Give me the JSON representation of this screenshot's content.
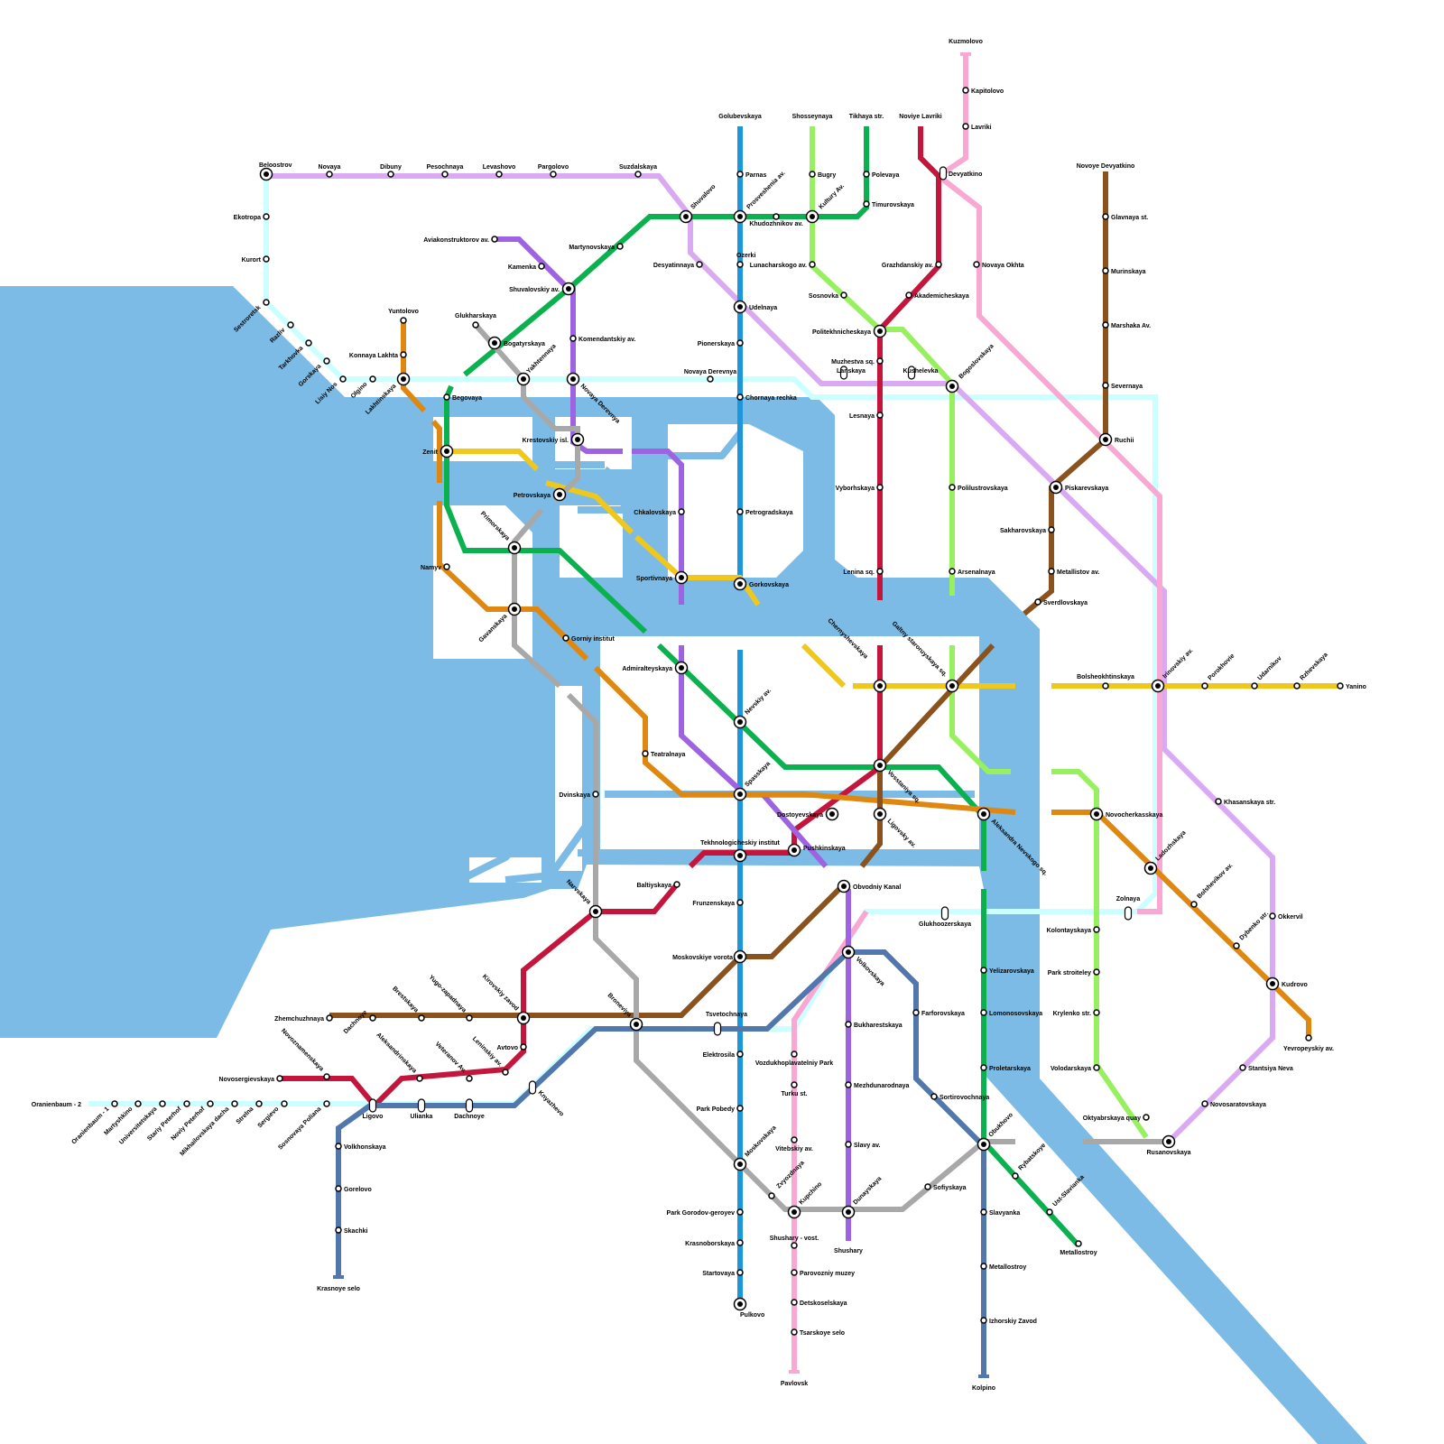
{
  "colors": {
    "water": "#7bbbe6",
    "background": "#ffffff",
    "stroke_text": "#000000"
  },
  "lines": [
    {
      "id": "blue",
      "color": "#1e96dc"
    },
    {
      "id": "red",
      "color": "#c4163c"
    },
    {
      "id": "green",
      "color": "#0bb14e"
    },
    {
      "id": "light-green",
      "color": "#98f060"
    },
    {
      "id": "purple",
      "color": "#9d63e0"
    },
    {
      "id": "orange",
      "color": "#de8812"
    },
    {
      "id": "yellow",
      "color": "#f0c81c"
    },
    {
      "id": "brown",
      "color": "#8a531e"
    },
    {
      "id": "gray",
      "color": "#a8a8a8"
    },
    {
      "id": "pink",
      "color": "#f9a7d3"
    },
    {
      "id": "lilac",
      "color": "#d9a9f2"
    },
    {
      "id": "cyan",
      "color": "#ccffff"
    },
    {
      "id": "steel-blue",
      "color": "#5177ad"
    },
    {
      "id": "light-blue",
      "color": "#7bbbe6"
    }
  ],
  "stations": [
    {
      "name": "Kuzmolovo",
      "anchor": "middle"
    },
    {
      "name": "Kapitolovo",
      "anchor": "start"
    },
    {
      "name": "Lavriki",
      "anchor": "start"
    },
    {
      "name": "Devyatkino",
      "anchor": "start"
    },
    {
      "name": "Novaya Okhta",
      "anchor": "start"
    },
    {
      "name": "Golubevskaya",
      "anchor": "middle"
    },
    {
      "name": "Parnas",
      "anchor": "start"
    },
    {
      "name": "Prosveshenia av.",
      "anchor": "start",
      "rot": -45
    },
    {
      "name": "Ozerki",
      "anchor": "start"
    },
    {
      "name": "Udelnaya",
      "anchor": "start"
    },
    {
      "name": "Pionerskaya",
      "anchor": "end"
    },
    {
      "name": "Chornaya rechka",
      "anchor": "start"
    },
    {
      "name": "Petrogradskaya",
      "anchor": "start"
    },
    {
      "name": "Gorkovskaya",
      "anchor": "start"
    },
    {
      "name": "Nevskiy av.",
      "anchor": "start",
      "rot": -45
    },
    {
      "name": "Spasskaya",
      "anchor": "start",
      "rot": -45
    },
    {
      "name": "Tekhnologicheskiy institut",
      "anchor": "middle"
    },
    {
      "name": "Frunzenskaya",
      "anchor": "end"
    },
    {
      "name": "Moskovskiye vorota",
      "anchor": "end"
    },
    {
      "name": "Tsvetochnaya",
      "anchor": "middle"
    },
    {
      "name": "Elektrosila",
      "anchor": "end"
    },
    {
      "name": "Park Pobedy",
      "anchor": "end"
    },
    {
      "name": "Moskovskaya",
      "anchor": "start",
      "rot": -45
    },
    {
      "name": "Park Gorodov-geroyev",
      "anchor": "end"
    },
    {
      "name": "Krasnoborskaya",
      "anchor": "end"
    },
    {
      "name": "Startovaya",
      "anchor": "end"
    },
    {
      "name": "Pulkovo",
      "anchor": "start"
    },
    {
      "name": "Shosseynaya",
      "anchor": "middle"
    },
    {
      "name": "Bugry",
      "anchor": "start"
    },
    {
      "name": "Kultury Av.",
      "anchor": "start",
      "rot": -45
    },
    {
      "name": "Khudozhnikov av.",
      "anchor": "middle"
    },
    {
      "name": "Lunacharskogo av.",
      "anchor": "end"
    },
    {
      "name": "Sosnovka",
      "anchor": "end"
    },
    {
      "name": "Tikhaya str.",
      "anchor": "middle"
    },
    {
      "name": "Polevaya",
      "anchor": "start"
    },
    {
      "name": "Timurovskaya",
      "anchor": "start"
    },
    {
      "name": "Noviye Lavriki",
      "anchor": "middle"
    },
    {
      "name": "Grazhdanskiy av.",
      "anchor": "end"
    },
    {
      "name": "Akademicheskaya",
      "anchor": "start"
    },
    {
      "name": "Politekhnicheskaya",
      "anchor": "end"
    },
    {
      "name": "Muzhestva sq.",
      "anchor": "end"
    },
    {
      "name": "Lesnaya",
      "anchor": "end"
    },
    {
      "name": "Vyborhskaya",
      "anchor": "end"
    },
    {
      "name": "Lenina sq.",
      "anchor": "end"
    },
    {
      "name": "Chernyshevskaya",
      "anchor": "end",
      "rot": 45
    },
    {
      "name": "Vosstaniya sq.",
      "anchor": "start",
      "rot": 45
    },
    {
      "name": "Ligovsky av.",
      "anchor": "start",
      "rot": 45
    },
    {
      "name": "Dostoyevskaya",
      "anchor": "end"
    },
    {
      "name": "Pushkinskaya",
      "anchor": "start"
    },
    {
      "name": "Novoye Devyatkino",
      "anchor": "middle"
    },
    {
      "name": "Glavnaya st.",
      "anchor": "start"
    },
    {
      "name": "Murinskaya",
      "anchor": "start"
    },
    {
      "name": "Marshaka Av.",
      "anchor": "start"
    },
    {
      "name": "Severnaya",
      "anchor": "start"
    },
    {
      "name": "Ruchii",
      "anchor": "start"
    },
    {
      "name": "Piskarevskaya",
      "anchor": "start"
    },
    {
      "name": "Sakharovskaya",
      "anchor": "end"
    },
    {
      "name": "Metallistov av.",
      "anchor": "start"
    },
    {
      "name": "Sverdlovskaya",
      "anchor": "start"
    },
    {
      "name": "Bogoslovskaya",
      "anchor": "start",
      "rot": -45
    },
    {
      "name": "Polilustrovskaya",
      "anchor": "start"
    },
    {
      "name": "Arsenalnaya",
      "anchor": "start"
    },
    {
      "name": "Lanskaya",
      "anchor": "middle"
    },
    {
      "name": "Kushelevka",
      "anchor": "middle"
    },
    {
      "name": "Beloostrov",
      "anchor": "start"
    },
    {
      "name": "Ekotropa",
      "anchor": "end"
    },
    {
      "name": "Kurort",
      "anchor": "end"
    },
    {
      "name": "Novaya",
      "anchor": "middle"
    },
    {
      "name": "Dibuny",
      "anchor": "middle"
    },
    {
      "name": "Pesochnaya",
      "anchor": "middle"
    },
    {
      "name": "Levashovo",
      "anchor": "middle"
    },
    {
      "name": "Pargolovo",
      "anchor": "middle"
    },
    {
      "name": "Suzdalskaya",
      "anchor": "middle"
    },
    {
      "name": "Shuvalovo",
      "anchor": "start",
      "rot": -45
    },
    {
      "name": "Desyatinnaya",
      "anchor": "end"
    },
    {
      "name": "Martynovskaya",
      "anchor": "end"
    },
    {
      "name": "Aviakonstruktorov av.",
      "anchor": "end"
    },
    {
      "name": "Kamenka",
      "anchor": "end"
    },
    {
      "name": "Shuvalovskiy av.",
      "anchor": "end"
    },
    {
      "name": "Komendantskiy av.",
      "anchor": "start"
    },
    {
      "name": "Novaya Derevnya",
      "anchor": "start",
      "rot": 45
    },
    {
      "name": "Glukharskaya",
      "anchor": "middle"
    },
    {
      "name": "Bogatyrskaya",
      "anchor": "start"
    },
    {
      "name": "Yakhtennaya",
      "anchor": "start",
      "rot": -45
    },
    {
      "name": "Yuntolovo",
      "anchor": "middle"
    },
    {
      "name": "Konnaya Lakhta",
      "anchor": "end"
    },
    {
      "name": "Lakhtinskaya",
      "anchor": "end",
      "rot": -45
    },
    {
      "name": "Olgino",
      "anchor": "end",
      "rot": -45
    },
    {
      "name": "Lisiy Nos",
      "anchor": "end",
      "rot": -45
    },
    {
      "name": "Gorskaya",
      "anchor": "end",
      "rot": -45
    },
    {
      "name": "Tarkhovka",
      "anchor": "end",
      "rot": -45
    },
    {
      "name": "Razliv",
      "anchor": "end",
      "rot": -45
    },
    {
      "name": "Sestroretsk",
      "anchor": "end",
      "rot": -45
    },
    {
      "name": "Novaya Derevnya",
      "anchor": "middle"
    },
    {
      "name": "Begovaya",
      "anchor": "start"
    },
    {
      "name": "Zenit",
      "anchor": "end"
    },
    {
      "name": "Krestovskiy isl.",
      "anchor": "end"
    },
    {
      "name": "Petrovskaya",
      "anchor": "end"
    },
    {
      "name": "Chkalovskaya",
      "anchor": "end"
    },
    {
      "name": "Sportivnaya",
      "anchor": "end"
    },
    {
      "name": "Primorskaya",
      "anchor": "end",
      "rot": 45
    },
    {
      "name": "Namyv",
      "anchor": "end"
    },
    {
      "name": "Gavanskaya",
      "anchor": "end",
      "rot": -45
    },
    {
      "name": "Gorniy institut",
      "anchor": "start"
    },
    {
      "name": "Admiralteyskaya",
      "anchor": "end"
    },
    {
      "name": "Teatralnaya",
      "anchor": "start"
    },
    {
      "name": "Dvinskaya",
      "anchor": "end"
    },
    {
      "name": "Narvskaya",
      "anchor": "end",
      "rot": 45
    },
    {
      "name": "Baltiyskaya",
      "anchor": "end"
    },
    {
      "name": "Kirovskiy zavod",
      "anchor": "end",
      "rot": 45
    },
    {
      "name": "Avtovo",
      "anchor": "end"
    },
    {
      "name": "Leninskiy av.",
      "anchor": "end",
      "rot": 45
    },
    {
      "name": "Veteranov Av.",
      "anchor": "end",
      "rot": 45
    },
    {
      "name": "Aleksandrinskaya",
      "anchor": "end",
      "rot": 45
    },
    {
      "name": "Novoznamenskaya",
      "anchor": "end",
      "rot": 45
    },
    {
      "name": "Novosergievskaya",
      "anchor": "end"
    },
    {
      "name": "Zhemchuzhnaya",
      "anchor": "end"
    },
    {
      "name": "Dachnoye",
      "anchor": "end",
      "rot": -45
    },
    {
      "name": "Brestskaya",
      "anchor": "end",
      "rot": 45
    },
    {
      "name": "Yugo-zapadnaya",
      "anchor": "end",
      "rot": 45
    },
    {
      "name": "Broneviya",
      "anchor": "end",
      "rot": 45
    },
    {
      "name": "Dachnoye",
      "anchor": "middle"
    },
    {
      "name": "Ulianka",
      "anchor": "middle"
    },
    {
      "name": "Ligovo",
      "anchor": "middle"
    },
    {
      "name": "Knyazhevo",
      "anchor": "start",
      "rot": 45
    },
    {
      "name": "Oranienbaum - 2",
      "anchor": "end"
    },
    {
      "name": "Oranienbaum - 1",
      "anchor": "end",
      "rot": -45
    },
    {
      "name": "Martyshkino",
      "anchor": "end",
      "rot": -45
    },
    {
      "name": "Universitetskaya",
      "anchor": "end",
      "rot": -45
    },
    {
      "name": "Stariy Peterhof",
      "anchor": "end",
      "rot": -45
    },
    {
      "name": "Noviy Peterhof",
      "anchor": "end",
      "rot": -45
    },
    {
      "name": "Mikhailovskaya dacha",
      "anchor": "end",
      "rot": -45
    },
    {
      "name": "Strelna",
      "anchor": "end",
      "rot": -45
    },
    {
      "name": "Sergievo",
      "anchor": "end",
      "rot": -45
    },
    {
      "name": "Sosnovaya Poliana",
      "anchor": "end",
      "rot": -45
    },
    {
      "name": "Volkhonskaya",
      "anchor": "start"
    },
    {
      "name": "Gorelovo",
      "anchor": "start"
    },
    {
      "name": "Skachki",
      "anchor": "start"
    },
    {
      "name": "Krasnoye selo",
      "anchor": "middle"
    },
    {
      "name": "Vozdukhoplavatelniy Park",
      "anchor": "middle"
    },
    {
      "name": "Turku st.",
      "anchor": "middle"
    },
    {
      "name": "Vitebskiy av.",
      "anchor": "middle"
    },
    {
      "name": "Zvyozdnaya",
      "anchor": "start",
      "rot": -45
    },
    {
      "name": "Kupchino",
      "anchor": "start",
      "rot": -45
    },
    {
      "name": "Shushary - vost.",
      "anchor": "middle"
    },
    {
      "name": "Parovozniy muzey",
      "anchor": "start"
    },
    {
      "name": "Detskoselskaya",
      "anchor": "start"
    },
    {
      "name": "Tsarskoye selo",
      "anchor": "start"
    },
    {
      "name": "Pavlovsk",
      "anchor": "middle"
    },
    {
      "name": "Obvodniy Kanal",
      "anchor": "start"
    },
    {
      "name": "Volkovskaya",
      "anchor": "start",
      "rot": 45
    },
    {
      "name": "Bukharestskaya",
      "anchor": "start"
    },
    {
      "name": "Mezhdunarodnaya",
      "anchor": "start"
    },
    {
      "name": "Slavy av.",
      "anchor": "start"
    },
    {
      "name": "Dunayskaya",
      "anchor": "start",
      "rot": -45
    },
    {
      "name": "Shushary",
      "anchor": "middle"
    },
    {
      "name": "Glukhoozerskaya",
      "anchor": "middle"
    },
    {
      "name": "Farforovskaya",
      "anchor": "start"
    },
    {
      "name": "Sortirovochnaya",
      "anchor": "start"
    },
    {
      "name": "Sofiyskaya",
      "anchor": "start"
    },
    {
      "name": "Aleksandra Nevskogo sq.",
      "anchor": "start",
      "rot": 45
    },
    {
      "name": "Yelizarovskaya",
      "anchor": "start"
    },
    {
      "name": "Lomonosovskaya",
      "anchor": "start"
    },
    {
      "name": "Proletarskaya",
      "anchor": "start"
    },
    {
      "name": "Obukhovo",
      "anchor": "start",
      "rot": -45
    },
    {
      "name": "Slavyanka",
      "anchor": "start"
    },
    {
      "name": "Metallostroy",
      "anchor": "start"
    },
    {
      "name": "Izhorskiy Zavod",
      "anchor": "start"
    },
    {
      "name": "Kolpino",
      "anchor": "middle"
    },
    {
      "name": "Rybatskoye",
      "anchor": "start",
      "rot": -45
    },
    {
      "name": "Ust-Slavianka",
      "anchor": "start",
      "rot": -45
    },
    {
      "name": "Metallostroy",
      "anchor": "middle"
    },
    {
      "name": "Galtny staroruyskaya sq.",
      "anchor": "end",
      "rot": 45
    },
    {
      "name": "Bolsheokhtinskaya",
      "anchor": "middle"
    },
    {
      "name": "Irinovskiy av.",
      "anchor": "start",
      "rot": -45
    },
    {
      "name": "Porokhovie",
      "anchor": "start",
      "rot": -45
    },
    {
      "name": "Udarnikov",
      "anchor": "start",
      "rot": -45
    },
    {
      "name": "Rzhevskaya",
      "anchor": "start",
      "rot": -45
    },
    {
      "name": "Yanino",
      "anchor": "start"
    },
    {
      "name": "Khasanskaya str.",
      "anchor": "start"
    },
    {
      "name": "Novocherkasskaya",
      "anchor": "start"
    },
    {
      "name": "Ladozhskaya",
      "anchor": "start",
      "rot": -45
    },
    {
      "name": "Bolshevikov av.",
      "anchor": "start",
      "rot": -45
    },
    {
      "name": "Dybenko str.",
      "anchor": "start",
      "rot": -45
    },
    {
      "name": "Okkervil",
      "anchor": "start"
    },
    {
      "name": "Kudrovo",
      "anchor": "start"
    },
    {
      "name": "Yevropeyskiy av.",
      "anchor": "middle"
    },
    {
      "name": "Zolnaya",
      "anchor": "middle"
    },
    {
      "name": "Kolontayskaya",
      "anchor": "end"
    },
    {
      "name": "Park stroiteley",
      "anchor": "end"
    },
    {
      "name": "Krylenko str.",
      "anchor": "end"
    },
    {
      "name": "Volodarskaya",
      "anchor": "end"
    },
    {
      "name": "Oktyabrskaya quay",
      "anchor": "end"
    },
    {
      "name": "Rusanovskaya",
      "anchor": "middle"
    },
    {
      "name": "Novosaratovskaya",
      "anchor": "start"
    },
    {
      "name": "Stantsiya Neva",
      "anchor": "start"
    }
  ]
}
